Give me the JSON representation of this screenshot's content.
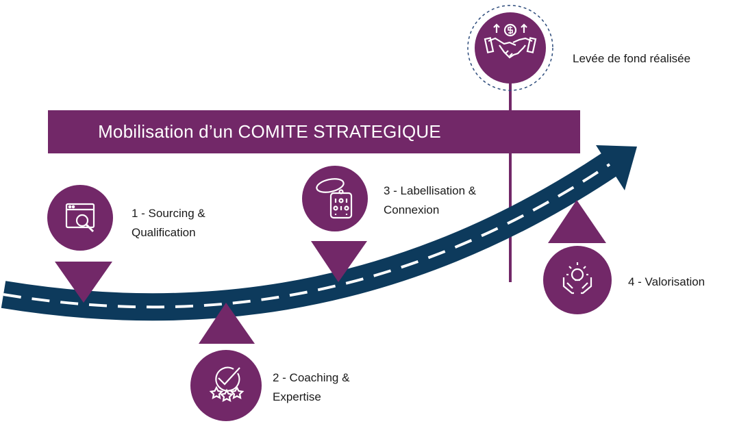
{
  "colors": {
    "purple": "#722868",
    "road": "#0d3a5c",
    "road_dash": "#ffffff",
    "text": "#1a1a1a",
    "ring_dash": "#2b4a7a"
  },
  "banner": {
    "title": "Mobilisation d’un COMITE STRATEGIQUE"
  },
  "milestone": {
    "label": "Levée de fond réalisée",
    "icon": "handshake-money-icon"
  },
  "steps": [
    {
      "line1": "1 - Sourcing &",
      "line2": "Qualification",
      "icon": "web-search-icon"
    },
    {
      "line1": "2 - Coaching &",
      "line2": "Expertise",
      "icon": "check-stars-icon"
    },
    {
      "line1": "3 - Labellisation &",
      "line2": "Connexion",
      "icon": "tag-label-icon"
    },
    {
      "line1": "4 - Valorisation",
      "line2": "",
      "icon": "lightbulb-hands-icon"
    }
  ]
}
